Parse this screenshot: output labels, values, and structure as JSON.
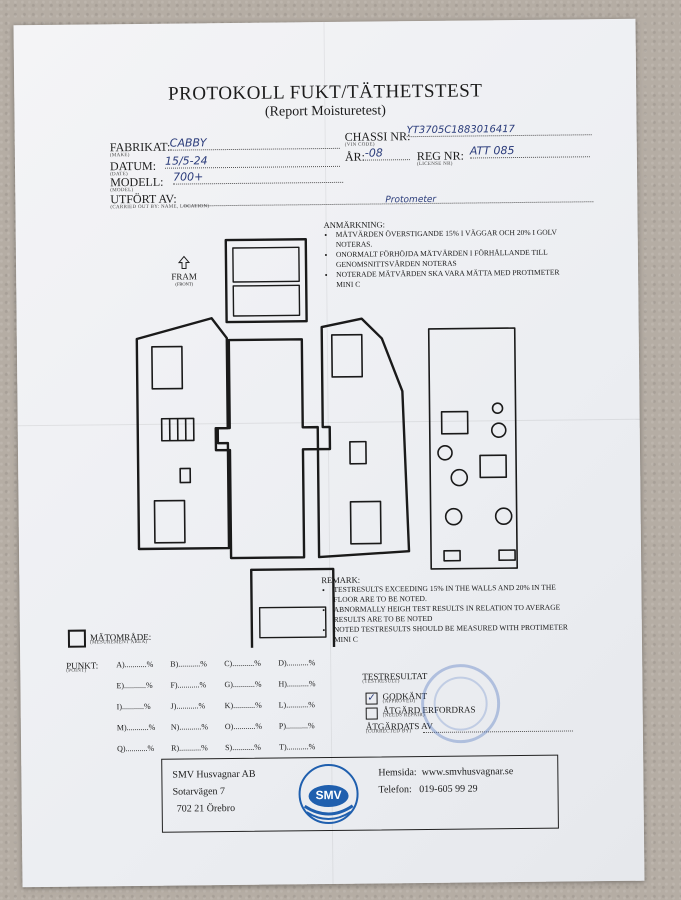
{
  "header": {
    "title": "PROTOKOLL FUKT/TÄTHETSTEST",
    "subtitle": "(Report Moisturetest)"
  },
  "fields": {
    "fabrikat_label": "FABRIKAT:",
    "fabrikat_sub": "(MAKE)",
    "fabrikat_value": "CABBY",
    "chassi_label": "CHASSI NR:",
    "chassi_sub": "(VIN CODE)",
    "chassi_value": "YT3705C1883016417",
    "datum_label": "DATUM:",
    "datum_sub": "(DATE)",
    "datum_value": "15/5-24",
    "ar_label": "ÅR:",
    "ar_value": "-08",
    "reg_label": "REG NR:",
    "reg_sub": "(LICENSE NR)",
    "reg_value": "ATT 085",
    "modell_label": "MODELL:",
    "modell_sub": "(MODEL)",
    "modell_value": "700+",
    "utfort_label": "UTFÖRT AV:",
    "utfort_sub": "(CARRIED OUT BY: NAME, LOCATION)",
    "utfort_value": "Protometer"
  },
  "anmarkning": {
    "title": "ANMÄRKNING:",
    "items": [
      "MÄTVÄRDEN ÖVERSTIGANDE 15% I VÄGGAR OCH 20% I GOLV NOTERAS.",
      "ONORMALT FÖRHÖJDA MÄTVÄRDEN I FÖRHÅLLANDE TILL GENOMSNITTSVÄRDEN NOTERAS",
      "NOTERADE MÄTVÄRDEN SKA VARA MÄTTA MED PROTIMETER MINI C"
    ]
  },
  "diagram": {
    "fram_label": "FRAM",
    "fram_sub": "(FRONT)"
  },
  "remark": {
    "title": "REMARK:",
    "items": [
      "TESTRESULTS EXCEEDING 15% IN THE WALLS AND 20% IN THE FLOOR ARE TO BE NOTED.",
      "ABNORMALLY HEIGH TEST RESULTS IN RELATION TO AVERAGE RESULTS ARE TO BE NOTED",
      "NOTED TESTRESULTS SHOULD BE MEASURED WITH PROTIMETER MINI C"
    ]
  },
  "matomrade": {
    "label": "MÄTOMRÅDE:",
    "sub": "(MESUREMENT AREA)"
  },
  "punkt": {
    "label": "PUNKT:",
    "sub": "(POINT)",
    "rows": [
      [
        "A)...........%",
        "B)...........%",
        "C)...........%",
        "D)...........%"
      ],
      [
        "E)...........%",
        "F)...........%",
        "G)...........%",
        "H)...........%"
      ],
      [
        "I)...........%",
        "J)...........%",
        "K)...........%",
        "L)...........%"
      ],
      [
        "M)...........%",
        "N)...........%",
        "O)...........%",
        "P)...........%"
      ],
      [
        "Q)...........%",
        "R)...........%",
        "S)...........%",
        "T)...........%"
      ]
    ]
  },
  "testresultat": {
    "label": "TESTRESULTAT",
    "sub": "(TESTRESULT)",
    "godkant": "GODKÄNT",
    "godkant_sub": "(APPROVED)",
    "godkant_checked": true,
    "atgard": "ÅTGÄRD ERFORDRAS",
    "atgard_sub": "(NEEDS REPAIR)",
    "atgard_checked": false,
    "atgardats": "ÅTGÄRDATS AV",
    "atgardats_sub": "(CORRECTED BY)"
  },
  "footer": {
    "company": "SMV Husvagnar AB",
    "street": "Sotarvägen 7",
    "city": "702 21 Örebro",
    "logo_text": "SMV",
    "hemsida_label": "Hemsida:",
    "hemsida_value": "www.smvhusvagnar.se",
    "telefon_label": "Telefon:",
    "telefon_value": "019-605 99 29"
  }
}
